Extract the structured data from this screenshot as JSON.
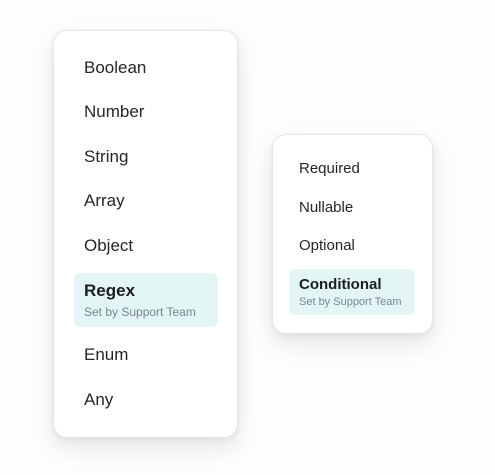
{
  "type_menu": {
    "items": [
      {
        "label": "Boolean"
      },
      {
        "label": "Number"
      },
      {
        "label": "String"
      },
      {
        "label": "Array"
      },
      {
        "label": "Object"
      },
      {
        "label": "Regex",
        "sublabel": "Set by Support Team",
        "selected": true
      },
      {
        "label": "Enum"
      },
      {
        "label": "Any"
      }
    ]
  },
  "modifier_menu": {
    "items": [
      {
        "label": "Required"
      },
      {
        "label": "Nullable"
      },
      {
        "label": "Optional"
      },
      {
        "label": "Conditional",
        "sublabel": "Set by Support Team",
        "selected": true
      }
    ]
  },
  "colors": {
    "selected_background": "#e3f5f4",
    "sublabel_text": "#7a8591",
    "menu_border": "#e4e6ea"
  }
}
